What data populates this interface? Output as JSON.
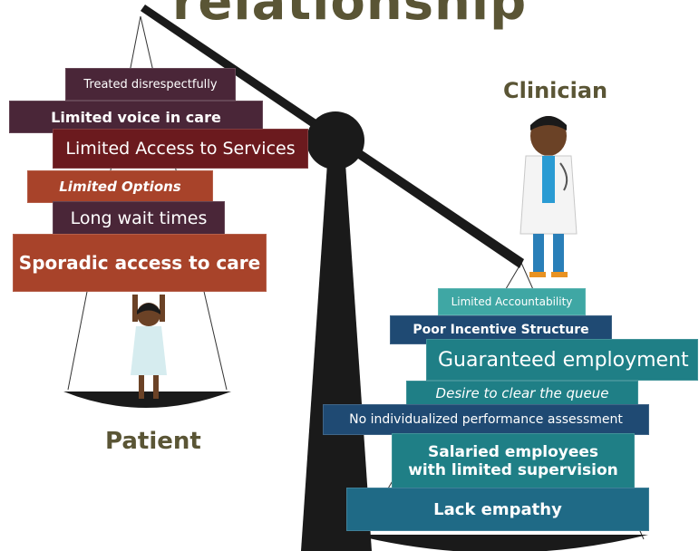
{
  "title": "relationship",
  "labels": {
    "clinician": "Clinician",
    "patient": "Patient"
  },
  "patient_side": [
    "Treated disrespectfully",
    "Limited voice in care",
    "Limited Access to Services",
    "Limited Options",
    "Long wait times",
    "Sporadic access to care"
  ],
  "clinician_side": [
    "Limited Accountability",
    "Poor Incentive Structure",
    "Guaranteed employment",
    "Desire to clear the queue",
    "No individualized performance assessment",
    "Salaried employees",
    "with limited supervision",
    "Lack empathy"
  ],
  "colors": {
    "title": "#5a5535",
    "scale": "#1a1a1a",
    "maroon": "#6b1a1e",
    "plum": "#4a2638",
    "rust": "#a8432a",
    "teal": "#1f7f86",
    "navy": "#1f4a73",
    "aqua": "#3fa7a4"
  }
}
